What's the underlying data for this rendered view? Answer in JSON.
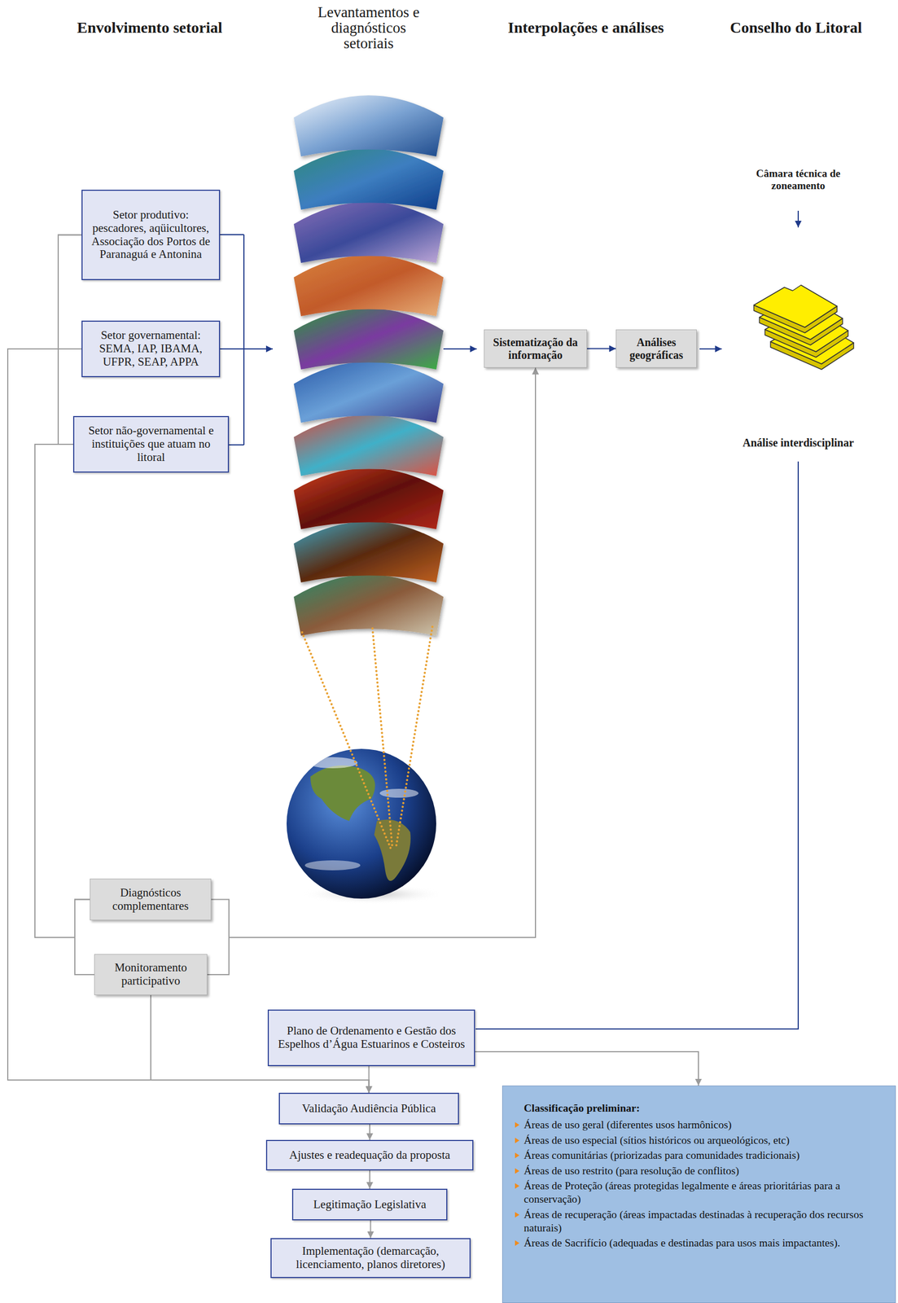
{
  "diagram": {
    "nodes": [
      {
        "text": [
          "Setor produtivo: pescadores, aqüicultores, Associação dos Portos de Paranaguá e Antonina"
        ]
      },
      {
        "text": [
          "Setor governamental: SEMA, IAP, IBAMA, UFPR, SEAP, APPA"
        ]
      },
      {
        "text": [
          "Setor não-governamental e instituições que atuam no litoral"
        ]
      },
      {
        "text": [
          "Sistematização da informação"
        ]
      },
      {
        "text": [
          "Análises geográficas"
        ]
      },
      {
        "text": [
          "Diagnósticos complementares"
        ]
      },
      {
        "text": [
          "Monitoramento participativo"
        ]
      },
      {
        "text": [
          "Plano de Ordenamento e Gestão dos Espelhos d’Água Estuarinos e Costeiros"
        ]
      },
      {
        "text": [
          "Validação Audiência Pública"
        ]
      },
      {
        "text": [
          "Ajustes e readequação da proposta"
        ]
      },
      {
        "text": [
          "Legitimação Legislativa"
        ]
      },
      {
        "text": [
          "Implementação (demarcação, licenciamento, planos diretores)"
        ]
      },
      {
        "text": [
          "Classificação preliminar:",
          "Áreas de uso geral (diferentes usos harmônicos)",
          "Áreas de uso especial (sítios históricos ou arqueológicos, etc)",
          "Áreas comunitárias (priorizadas para comunidades tradicionais)",
          "Áreas de uso restrito (para resolução de conflitos)",
          "Áreas de Proteção (áreas protegidas legalmente e áreas prioritárias para a conservação)",
          "Áreas de recuperação (áreas impactadas destinadas à recuperação dos recursos naturais)",
          "Áreas de Sacrifício (adequadas e destinadas para usos mais impactantes)."
        ]
      }
    ],
    "edges": [
      {
        "from": 0,
        "to": 5,
        "arrow": "none"
      },
      {
        "from": 0,
        "to": 6,
        "arrow": "none"
      },
      {
        "from": 2,
        "to": 5,
        "arrow": "none"
      },
      {
        "from": 2,
        "to": 6,
        "arrow": "none"
      },
      {
        "from": 5,
        "to": 3,
        "arrow": "to"
      },
      {
        "from": 6,
        "to": 3,
        "arrow": "to"
      },
      {
        "from": 3,
        "to": 4,
        "arrow": "to"
      },
      {
        "from": 1,
        "to": 8,
        "arrow": "to"
      },
      {
        "from": 6,
        "to": 8,
        "arrow": "to"
      },
      {
        "from": 7,
        "to": 8,
        "arrow": "to"
      },
      {
        "from": 7,
        "to": 12,
        "arrow": "to"
      },
      {
        "from": 8,
        "to": 9,
        "arrow": "to"
      },
      {
        "from": 9,
        "to": 10,
        "arrow": "to"
      },
      {
        "from": 10,
        "to": 11,
        "arrow": "to"
      }
    ],
    "labels": [
      "Envolvimento setorial",
      "Levantamentos e diagnósticos setoriais",
      "Interpolações e análises",
      "Conselho do Litoral",
      "Câmara técnica de zoneamento",
      "Análise interdisciplinar"
    ]
  }
}
